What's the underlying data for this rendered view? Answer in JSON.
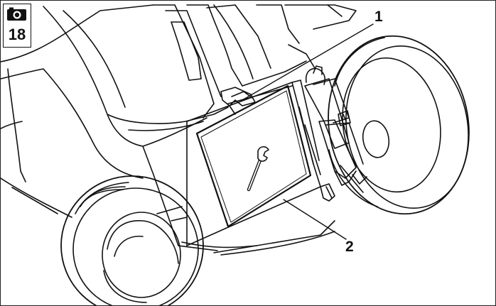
{
  "figure": {
    "number": "18",
    "badge_icon": "camera-icon"
  },
  "callouts": [
    {
      "label": "1"
    },
    {
      "label": "2"
    }
  ],
  "colors": {
    "line": "#111111",
    "background": "#ffffff"
  }
}
